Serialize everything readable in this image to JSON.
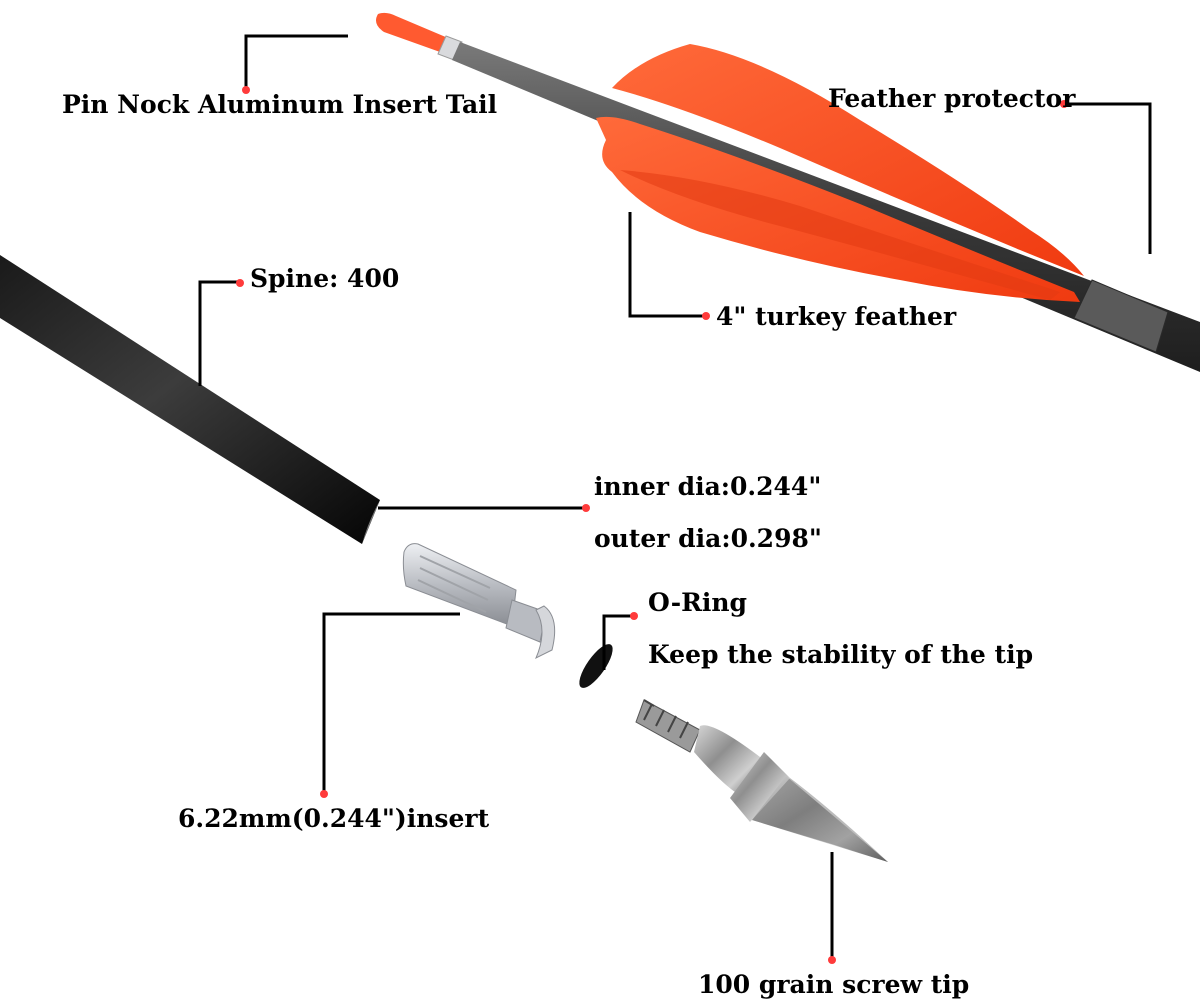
{
  "colors": {
    "feather": "#ff4a1e",
    "feather_dark": "#e23a12",
    "shaft": "#0d0d0d",
    "carbon_shaft": "#4d4d4d",
    "nock": "#ff5a30",
    "leader": "#000000",
    "dot": "#ff3b3b",
    "metal": "#c9cbd0"
  },
  "labels": {
    "pin_nock": "Pin Nock Aluminum Insert Tail",
    "feather_protector": "Feather protector",
    "spine": "Spine: 400",
    "turkey_feather": "4\" turkey feather",
    "inner_dia": "inner dia:0.244\"",
    "outer_dia": "outer dia:0.298\"",
    "o_ring": "O-Ring",
    "o_ring_desc": "Keep the stability of the tip",
    "insert": "6.22mm(0.244\")insert",
    "screw_tip": "100 grain screw tip"
  }
}
